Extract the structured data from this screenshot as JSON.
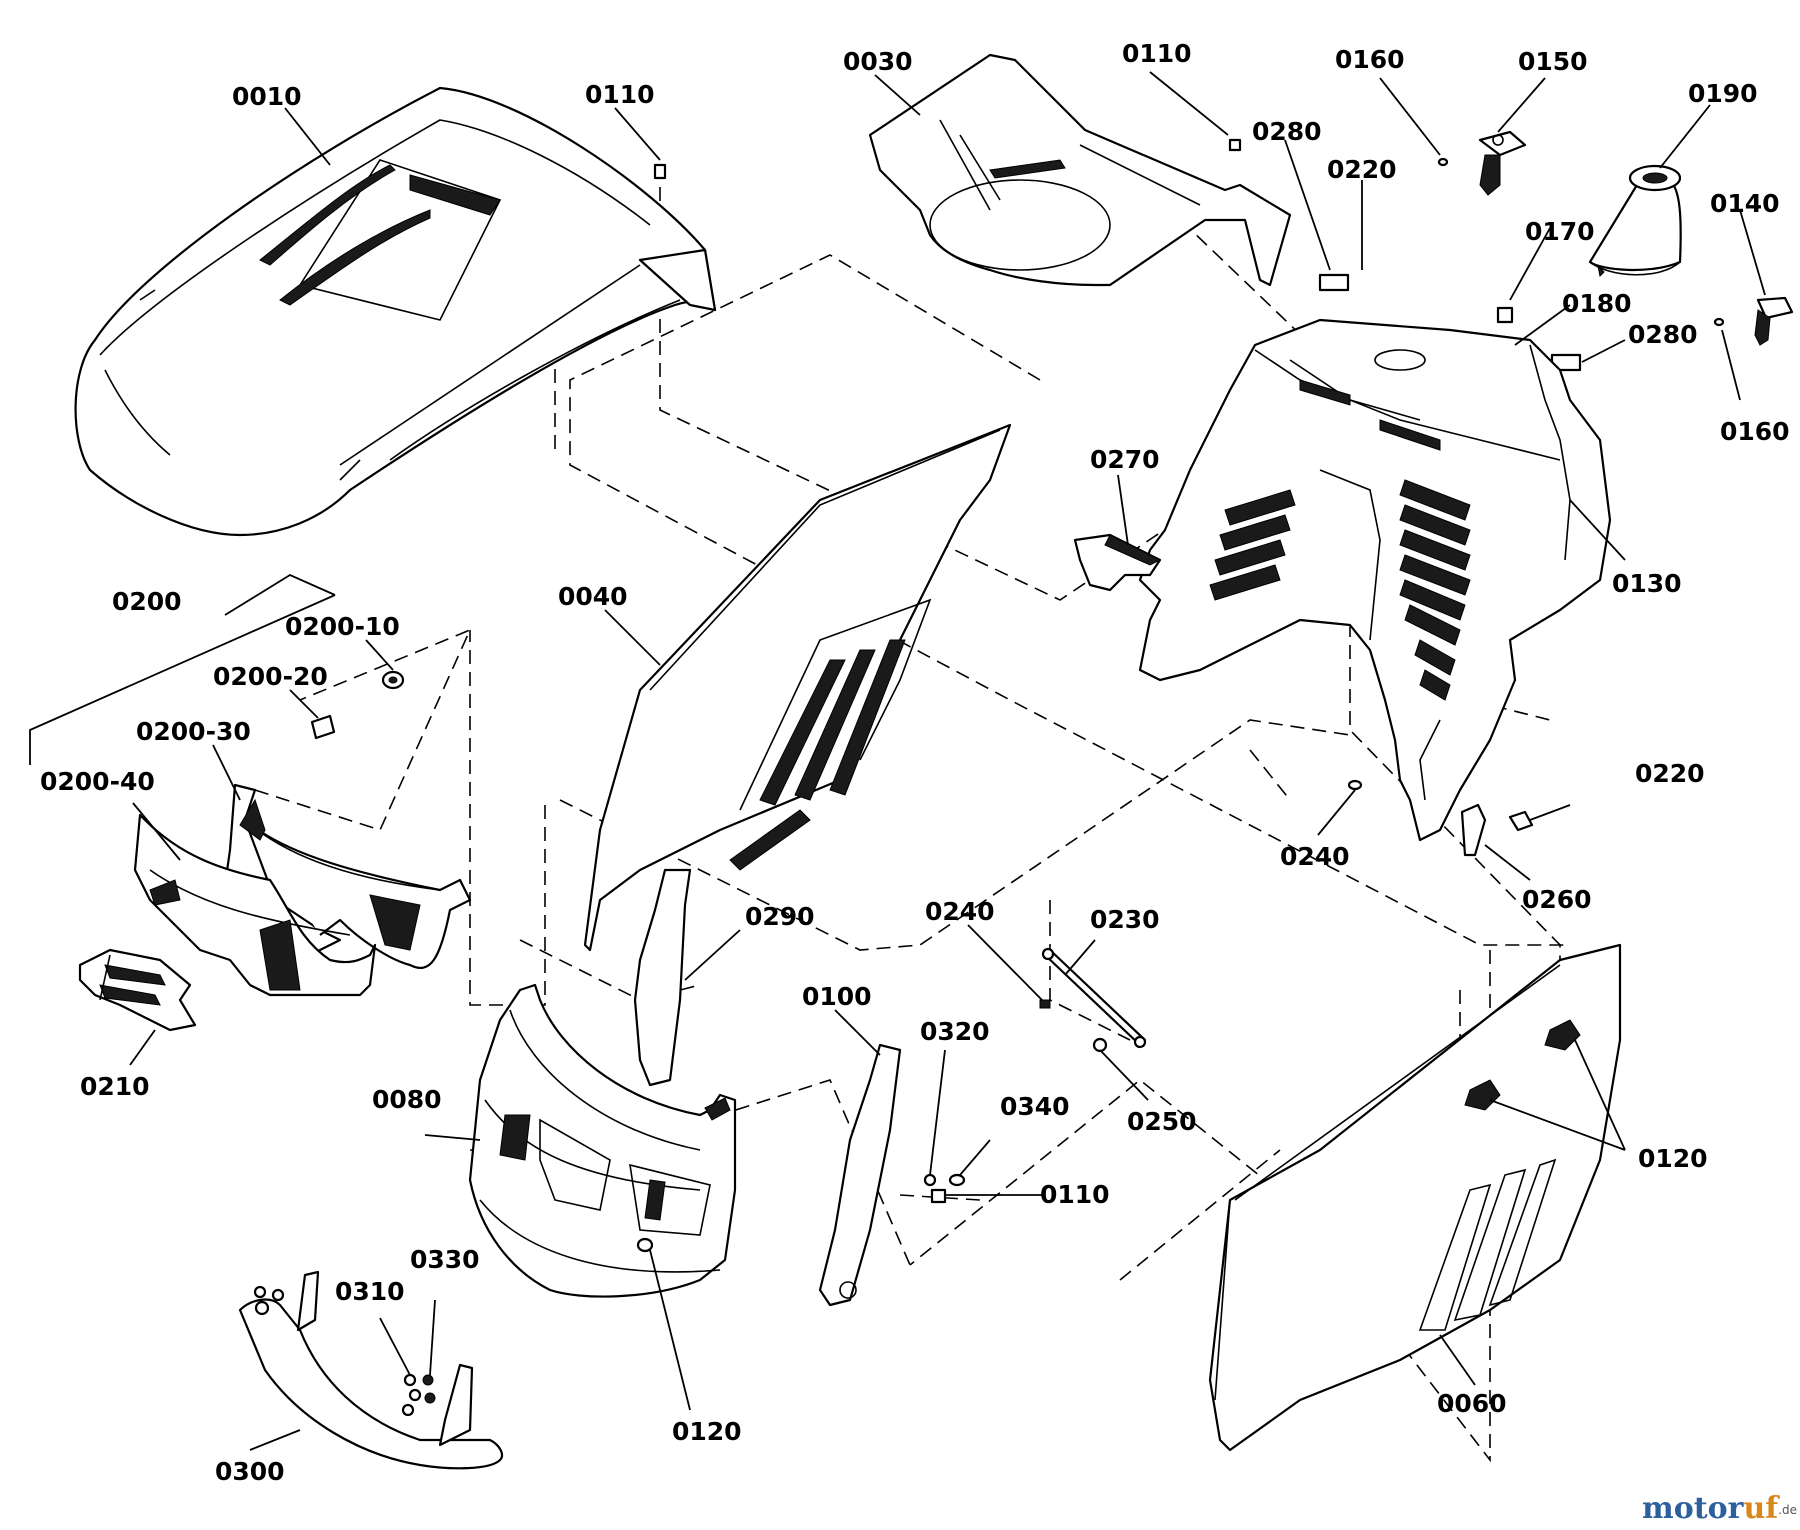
{
  "labels": {
    "l0010": "0010",
    "l0110a": "0110",
    "l0030": "0030",
    "l0110b": "0110",
    "l0160a": "0160",
    "l0150": "0150",
    "l0190": "0190",
    "l0280a": "0280",
    "l0220a": "0220",
    "l0170": "0170",
    "l0140": "0140",
    "l0180": "0180",
    "l0280b": "0280",
    "l0160b": "0160",
    "l0270": "0270",
    "l0130": "0130",
    "l0200": "0200",
    "l0200_10": "0200-10",
    "l0200_20": "0200-20",
    "l0200_30": "0200-30",
    "l0200_40": "0200-40",
    "l0040": "0040",
    "l0210": "0210",
    "l0290": "0290",
    "l0220b": "0220",
    "l0240a": "0240",
    "l0260": "0260",
    "l0240b": "0240",
    "l0230": "0230",
    "l0100": "0100",
    "l0320": "0320",
    "l0340": "0340",
    "l0110c": "0110",
    "l0250": "0250",
    "l0120a": "0120",
    "l0080": "0080",
    "l0330": "0330",
    "l0310": "0310",
    "l0120b": "0120",
    "l0300": "0300",
    "l0060": "0060"
  },
  "watermark": {
    "brand_a": "motor",
    "brand_b": "uf",
    "suffix": ".de"
  },
  "colors": {
    "line": "#000000",
    "watermark_blue": "#2c5f9e",
    "watermark_orange": "#d9861a"
  }
}
